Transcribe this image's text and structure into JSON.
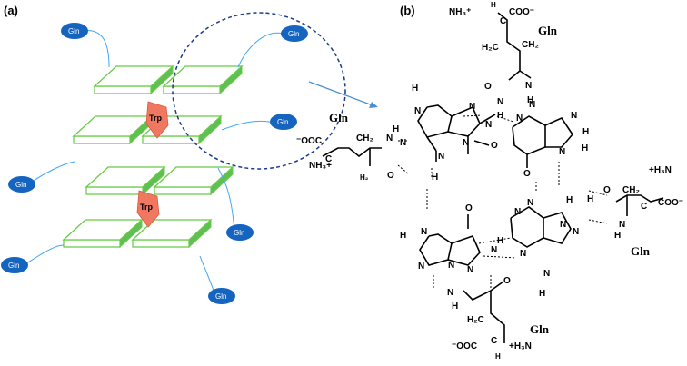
{
  "panels": {
    "a": "(a)",
    "b": "(b)"
  },
  "left": {
    "gln_label": "Gln",
    "trp_label": "Trp",
    "colors": {
      "oval": "#1565c0",
      "tether": "#42a5f5",
      "plate_edge": "#66cc44",
      "plate_side": "#5fbf55",
      "trp": "#f07860",
      "circle": "#1a3a8a",
      "arrow": "#4a90d0"
    }
  },
  "right": {
    "gln_name": "Gln",
    "atoms": {
      "N": "N",
      "H": "H",
      "O": "O",
      "ch2": "CH₂",
      "h2c": "H₂C",
      "c": "C",
      "top_group": "NH₃⁺",
      "top_acid": "COO⁻",
      "left_acid": "⁻OOC",
      "left_amine": "NH₃+",
      "right_amine": "+H₃N",
      "right_acid": "COO⁻",
      "bottom_acid": "⁻OOC",
      "bottom_amine": "+H₃N",
      "h2": "H₂"
    }
  }
}
